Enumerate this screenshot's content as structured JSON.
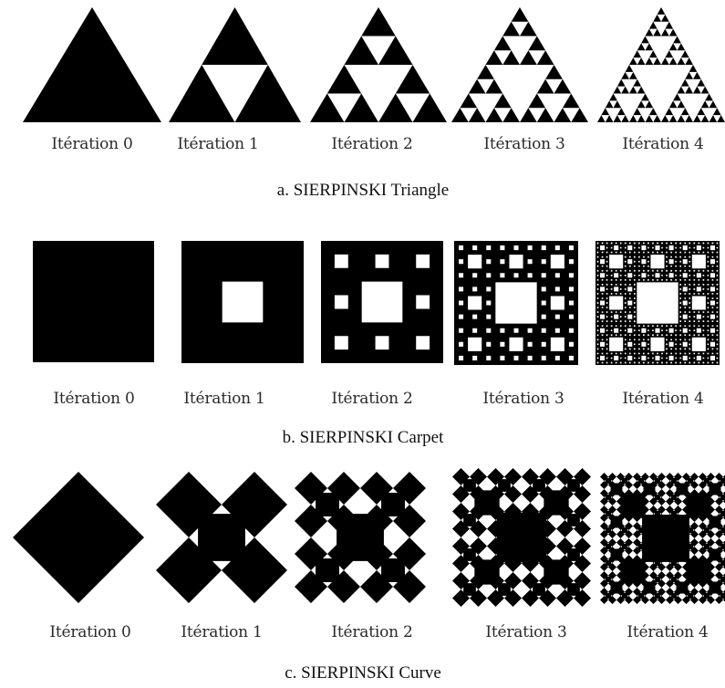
{
  "colors": {
    "fill": "#000000",
    "background": "#ffffff"
  },
  "rows": [
    {
      "kind": "triangle",
      "caption": "a. SIERPINSKI Triangle",
      "labels": [
        "Itération 0",
        "Itération 1",
        "Itération 2",
        "Itération 3",
        "Itération 4"
      ]
    },
    {
      "kind": "carpet",
      "caption": "b. SIERPINSKI Carpet",
      "labels": [
        "Itération 0",
        "Itération 1",
        "Itération 2",
        "Itération 3",
        "Itération 4"
      ]
    },
    {
      "kind": "curve",
      "caption": "c. SIERPINSKI Curve",
      "labels": [
        "Itération 0",
        "Itération 1",
        "Itération 2",
        "Itération 3",
        "Itération 4"
      ]
    }
  ]
}
